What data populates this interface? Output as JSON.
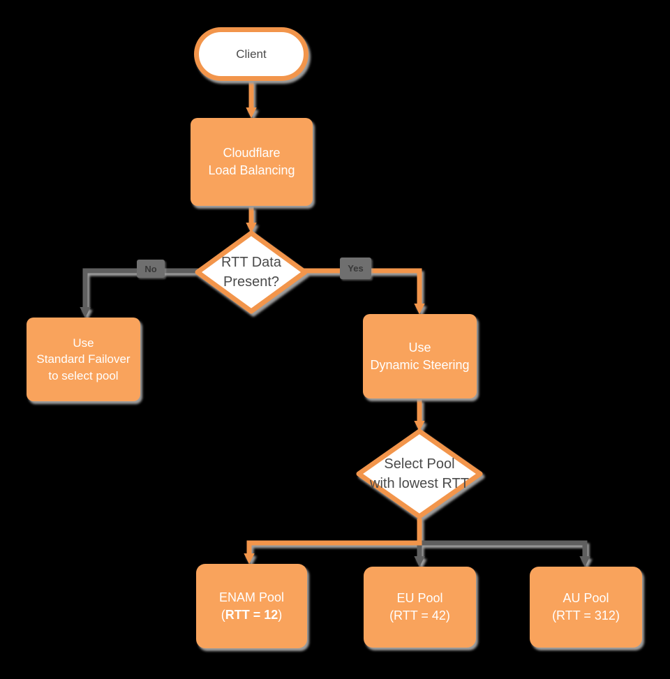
{
  "colors": {
    "background": "#000000",
    "node-fill": "#F9A35C",
    "node-stroke": "#F2954B",
    "connector-orange": "#F2954B",
    "connector-gray": "#5F5F5F",
    "shadow": "#9E9E9E",
    "text-light": "#FFFFFF",
    "text-dark": "#4A4A4A",
    "edge-label-bg": "#6F6F6F",
    "edge-label-text": "#383838"
  },
  "nodes": {
    "client": {
      "label": "Client"
    },
    "load_balancer": {
      "line1": "Cloudflare",
      "line2": "Load Balancing"
    },
    "rtt_decision": {
      "line1": "RTT Data",
      "line2": "Present?"
    },
    "standard_failover": {
      "line1": "Use",
      "line2": "Standard Failover",
      "line3": "to select pool"
    },
    "dynamic_steering": {
      "line1": "Use",
      "line2": "Dynamic Steering"
    },
    "pool_decision": {
      "line1": "Select Pool",
      "line2": "with lowest RTT"
    },
    "enam_pool": {
      "line1": "ENAM Pool",
      "line2_open": "(",
      "line2_bold": "RTT = 12",
      "line2_close": ")"
    },
    "eu_pool": {
      "line1": "EU Pool",
      "line2": "(RTT = 42)"
    },
    "au_pool": {
      "line1": "AU Pool",
      "line2": "(RTT = 312)"
    }
  },
  "edges": {
    "no_label": "No",
    "yes_label": "Yes"
  }
}
